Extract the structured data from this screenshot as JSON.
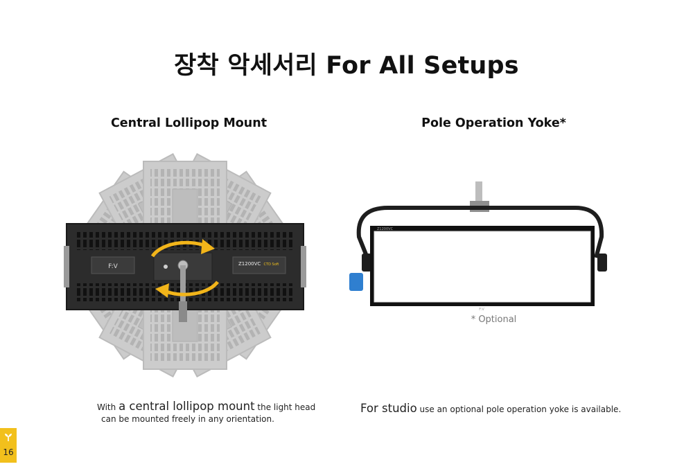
{
  "page": {
    "title": "장착 악세서리 For All Setups",
    "page_number": "16"
  },
  "left": {
    "heading": "Central Lollipop Mount",
    "caption_part1": "With ",
    "caption_big": "a central lollipop mount",
    "caption_part2": " the light head",
    "caption_line2": "can be mounted freely in any orientation.",
    "panel_brand": "F:V",
    "panel_model": "Z1200VC",
    "panel_model_suffix": "CTD Soft"
  },
  "right": {
    "heading": "Pole Operation Yoke*",
    "optional_note": "* Optional",
    "caption_big": "For studio",
    "caption_rest": " use an optional pole operation yoke is available.",
    "panel_label": "Z1200VC",
    "footer_logo": "F:V"
  },
  "colors": {
    "accent": "#f2c01c",
    "arrow": "#f2b51a",
    "panel_dark": "#2c2c2c",
    "knob_blue": "#2f7fd0"
  }
}
